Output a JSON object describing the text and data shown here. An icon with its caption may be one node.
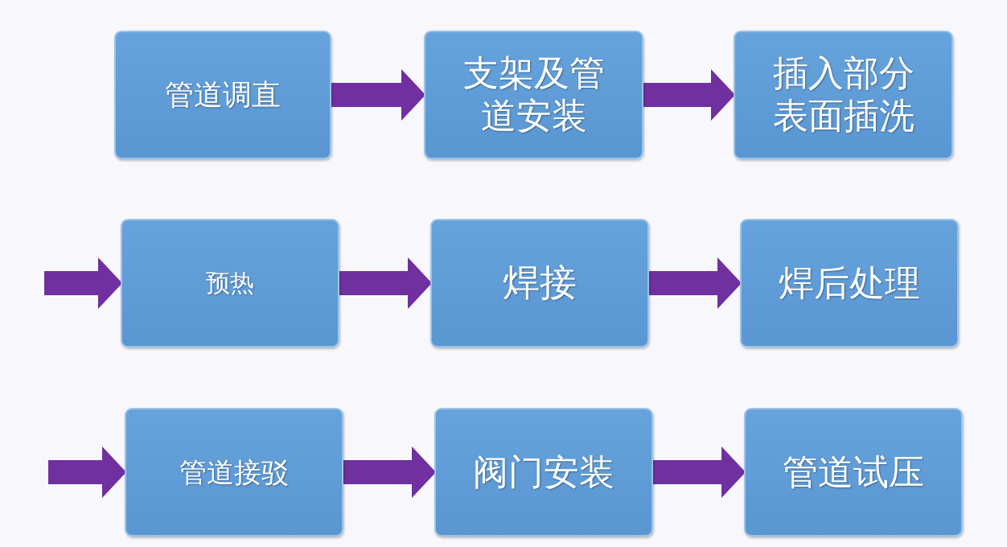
{
  "diagram": {
    "nodes": [
      {
        "text": [
          "管道调直"
        ]
      },
      {
        "text": [
          "支架及管道安装"
        ]
      },
      {
        "text": [
          "插入部分表面插洗"
        ]
      },
      {
        "text": [
          "预热"
        ]
      },
      {
        "text": [
          "焊接"
        ]
      },
      {
        "text": [
          "焊后处理"
        ]
      },
      {
        "text": [
          "管道接驳"
        ]
      },
      {
        "text": [
          "阀门安装"
        ]
      },
      {
        "text": [
          "管道试压"
        ]
      }
    ],
    "edges": [
      {
        "from": 0,
        "to": 1,
        "arrow": "to"
      },
      {
        "from": 1,
        "to": 2,
        "arrow": "to"
      },
      {
        "from": null,
        "to": 3,
        "arrow": "to"
      },
      {
        "from": 3,
        "to": 4,
        "arrow": "to"
      },
      {
        "from": 4,
        "to": 5,
        "arrow": "to"
      },
      {
        "from": null,
        "to": 6,
        "arrow": "to"
      },
      {
        "from": 6,
        "to": 7,
        "arrow": "to"
      },
      {
        "from": 7,
        "to": 8,
        "arrow": "to"
      }
    ]
  }
}
